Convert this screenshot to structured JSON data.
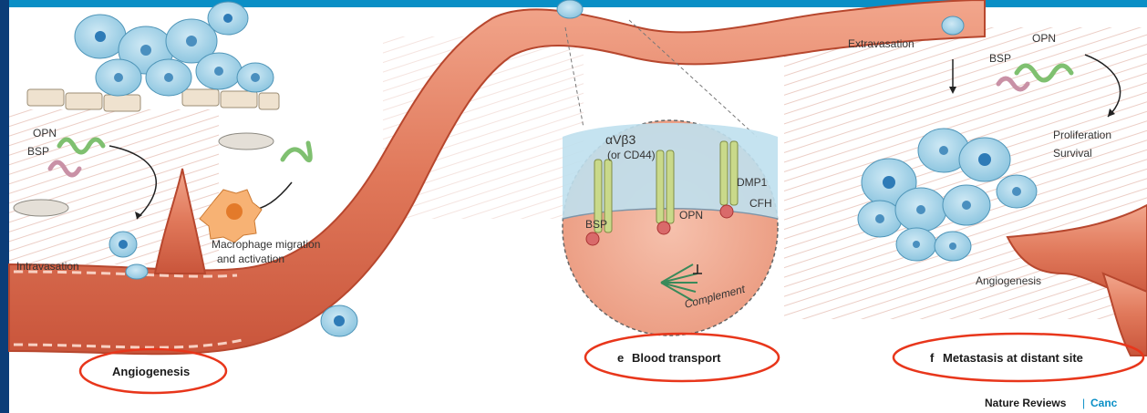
{
  "labels": {
    "opn_left": "OPN",
    "bsp_left": "BSP",
    "intravasation": "Intravasation",
    "macrophage_line1": "Macrophage migration",
    "macrophage_line2": "and activation",
    "angiogenesis_left": "Angiogenesis",
    "receptor_line1": "αVβ3",
    "receptor_line2": "(or CD44)",
    "dmp1": "DMP1",
    "cfh": "CFH",
    "bsp_inset": "BSP",
    "opn_inset": "OPN",
    "complement": "Complement",
    "blood_transport_letter": "e",
    "blood_transport": "Blood transport",
    "extravasation": "Extravasation",
    "opn_right": "OPN",
    "bsp_right": "BSP",
    "proliferation": "Proliferation",
    "survival": "Survival",
    "angiogenesis_right": "Angiogenesis",
    "metastasis_letter": "f",
    "metastasis": "Metastasis at distant site",
    "credit_journal": "Nature Reviews",
    "credit_sep": "|",
    "credit_sub": "Canc"
  },
  "colors": {
    "top_bar": "#0a8fc6",
    "left_bar": "#0b3d78",
    "vessel": "#e0785a",
    "cell": "#a9d6ea",
    "highlight_ellipse": "#e8361b",
    "credit_accent": "#0a8fc6"
  }
}
